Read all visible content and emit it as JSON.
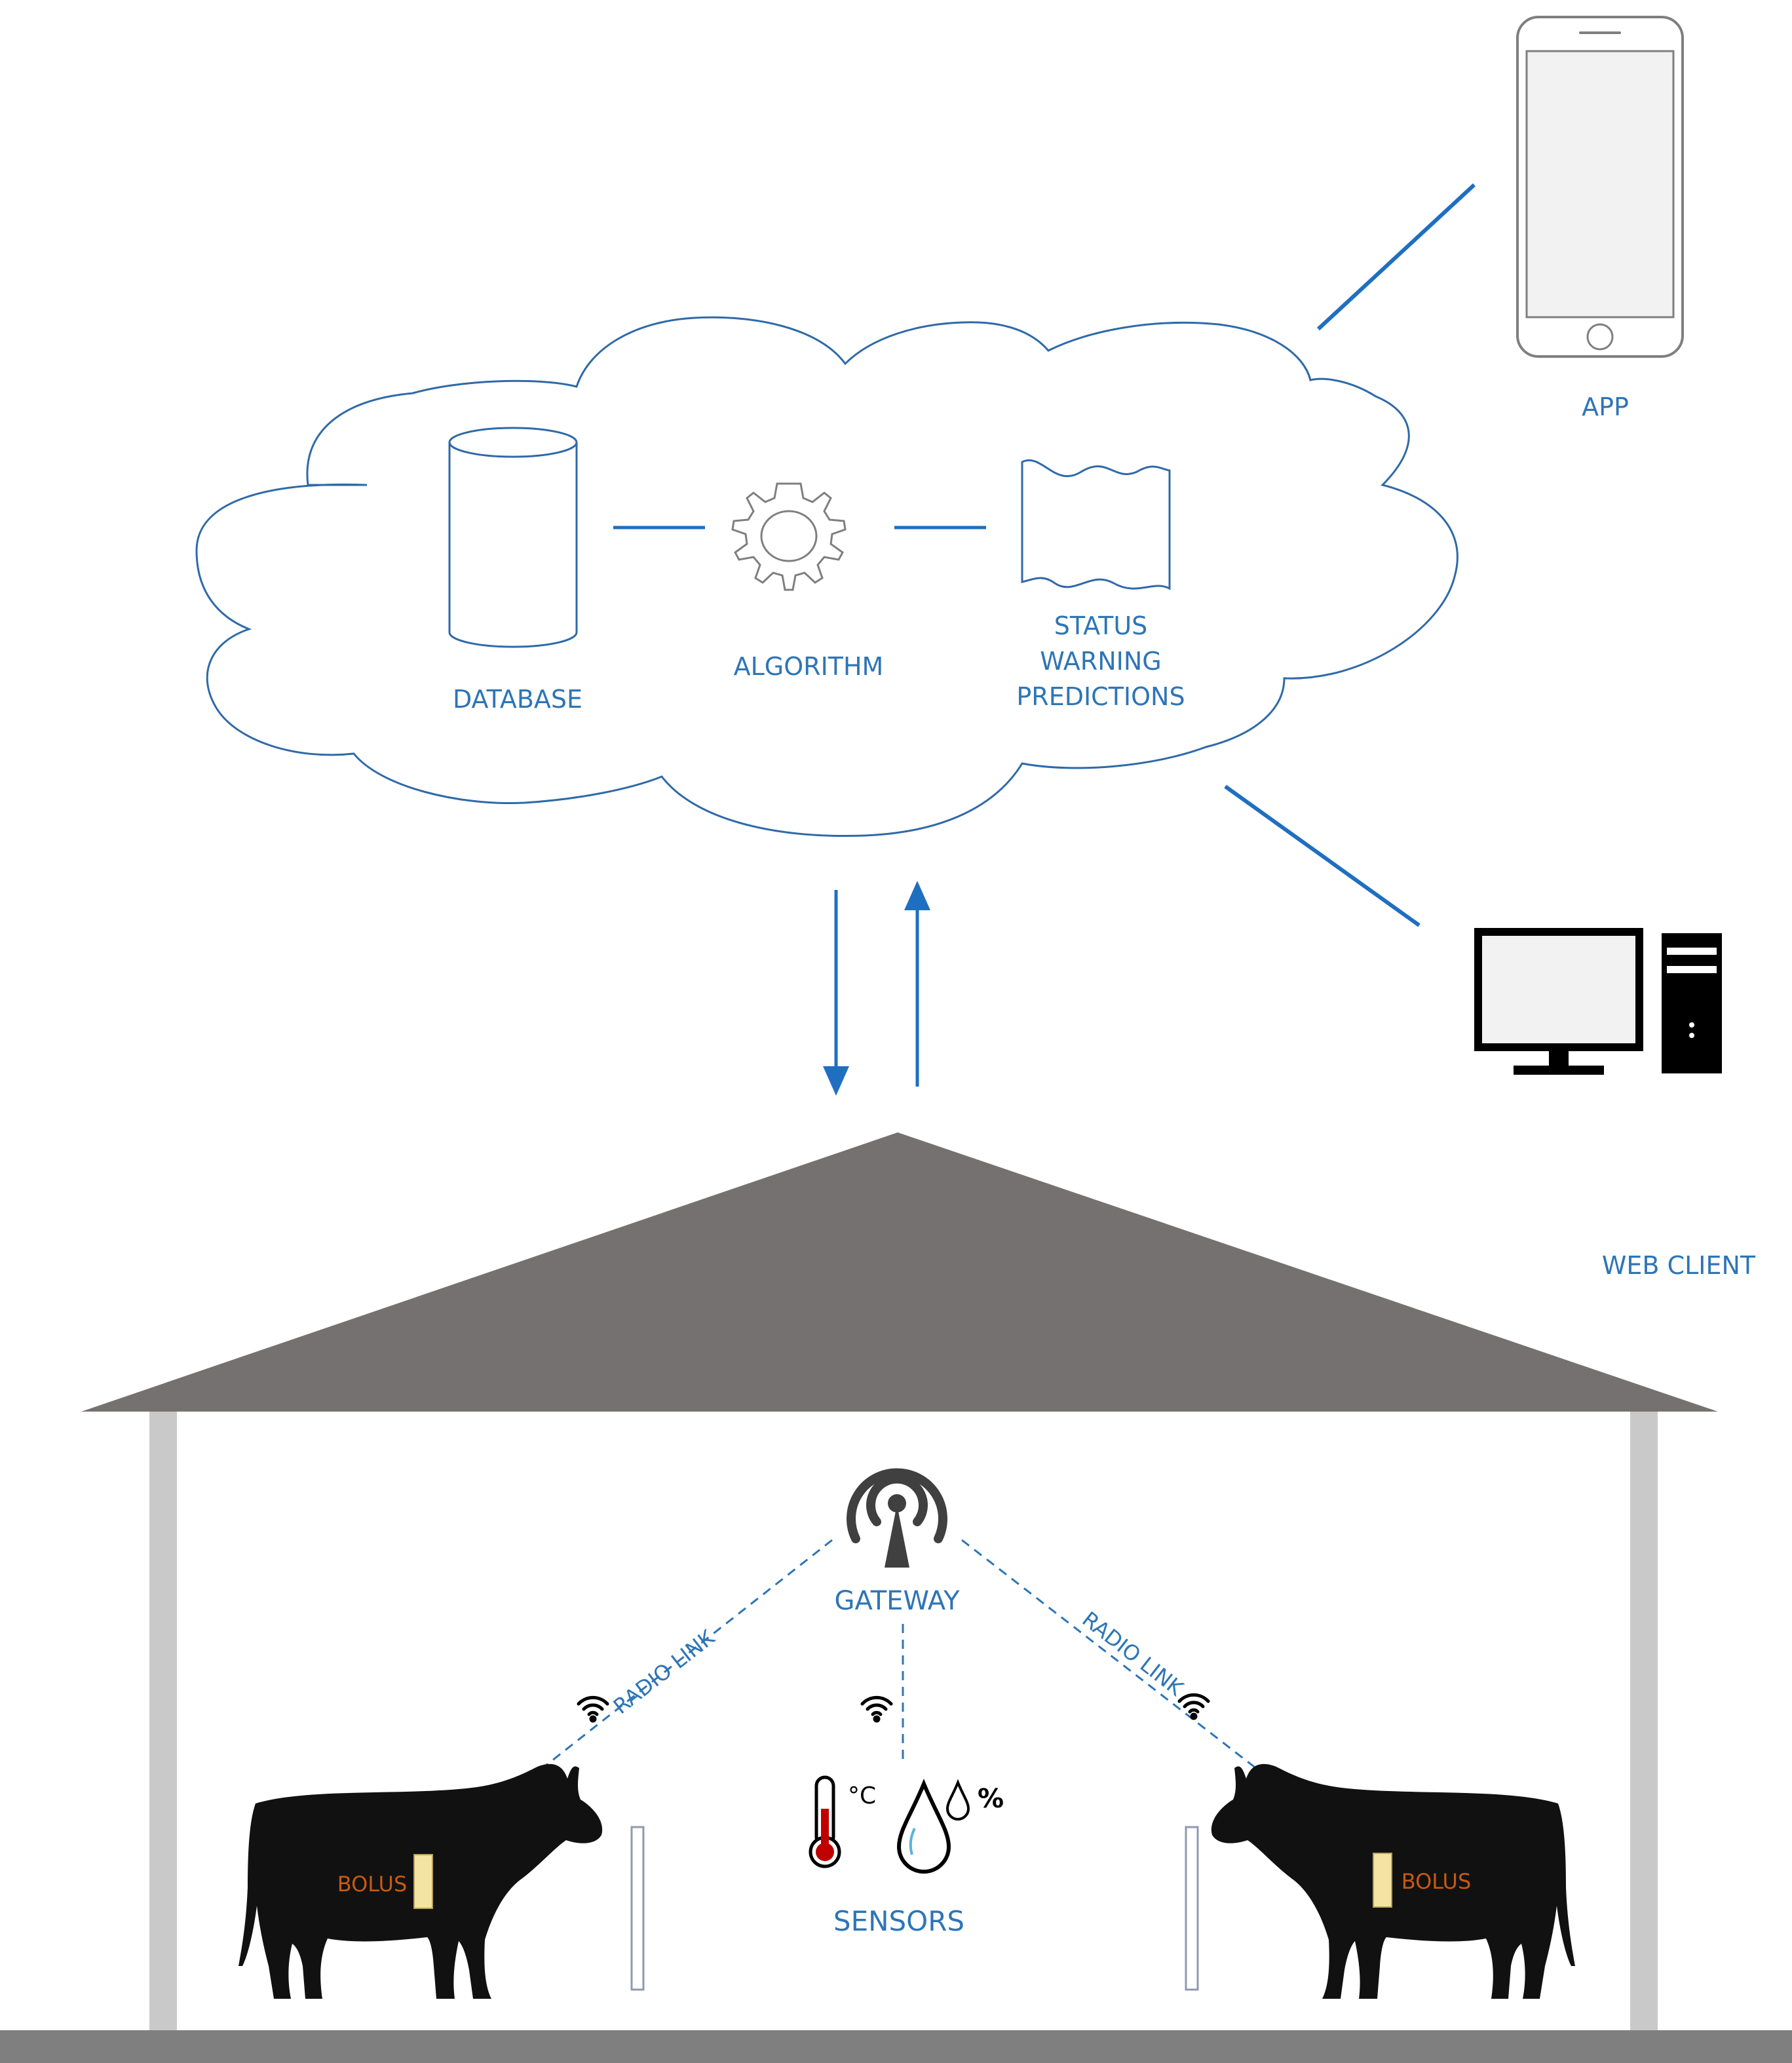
{
  "labels": {
    "app": "APP",
    "database": "DATABASE",
    "algorithm": "ALGORITHM",
    "status_lines": [
      "STATUS",
      "WARNING",
      "PREDICTIONS"
    ],
    "web_client": "WEB CLIENT",
    "gateway": "GATEWAY",
    "radio_link_left": "RADIO LINK",
    "radio_link_right": "RADIO LINK",
    "bolus_left": "BOLUS",
    "bolus_right": "BOLUS",
    "sensors": "SENSORS",
    "temp_unit": "°C",
    "humidity_unit": "%"
  },
  "colors": {
    "blue_text": "#2e75b6",
    "blue_line": "#1f6fc1",
    "cloud_stroke": "#2f6aa8",
    "roof": "#767171",
    "pillar": "#c9c9c9",
    "floor": "#7f7f7f",
    "bolus_text": "#c55a11",
    "cow": "#111111",
    "bolus_fill": "#f4e4a4",
    "thermometer_red": "#c00000"
  },
  "icons": {
    "phone": "smartphone-icon",
    "computer": "desktop-computer-icon",
    "database": "database-cylinder-icon",
    "algorithm": "gear-icon",
    "status": "document-wave-icon",
    "gateway": "antenna-broadcast-icon",
    "wifi": "wifi-icon",
    "thermometer": "thermometer-icon",
    "humidity": "water-drop-icon",
    "cow": "cow-silhouette-icon"
  }
}
